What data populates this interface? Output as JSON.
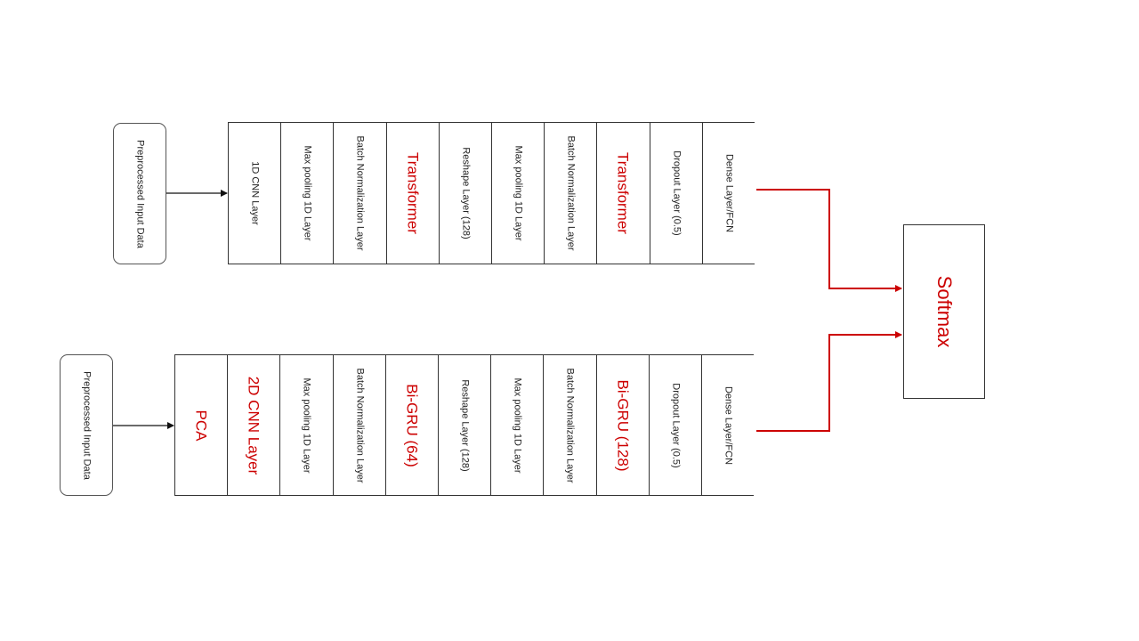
{
  "colors": {
    "emphasis_text": "#cc0000",
    "emphasis_arrow": "#cc0000",
    "normal_text": "#222222",
    "normal_arrow": "#111111"
  },
  "branches": [
    {
      "input_label": "Preprocessed Input Data",
      "layers": [
        {
          "label": "1D CNN Layer",
          "highlight": false
        },
        {
          "label": "Max pooling 1D Layer",
          "highlight": false
        },
        {
          "label": "Batch Normalization Layer",
          "highlight": false
        },
        {
          "label": "Transformer",
          "highlight": true
        },
        {
          "label": "Reshape Layer (128)",
          "highlight": false
        },
        {
          "label": "Max pooling 1D Layer",
          "highlight": false
        },
        {
          "label": "Batch Normalization Layer",
          "highlight": false
        },
        {
          "label": "Transformer",
          "highlight": true
        },
        {
          "label": "Dropout Layer (0.5)",
          "highlight": false
        },
        {
          "label": "Dense Layer/FCN",
          "highlight": false
        }
      ]
    },
    {
      "input_label": "Preprocessed Input Data",
      "layers": [
        {
          "label": "PCA",
          "highlight": true
        },
        {
          "label": "2D CNN Layer",
          "highlight": true
        },
        {
          "label": "Max pooling 1D Layer",
          "highlight": false
        },
        {
          "label": "Batch Normalization Layer",
          "highlight": false
        },
        {
          "label": "Bi-GRU (64)",
          "highlight": true
        },
        {
          "label": "Reshape Layer (128)",
          "highlight": false
        },
        {
          "label": "Max pooling 1D Layer",
          "highlight": false
        },
        {
          "label": "Batch Normalization Layer",
          "highlight": false
        },
        {
          "label": "Bi-GRU (128)",
          "highlight": true
        },
        {
          "label": "Dropout Layer (0.5)",
          "highlight": false
        },
        {
          "label": "Dense Layer/FCN",
          "highlight": false
        }
      ]
    }
  ],
  "output": {
    "label": "Softmax"
  }
}
